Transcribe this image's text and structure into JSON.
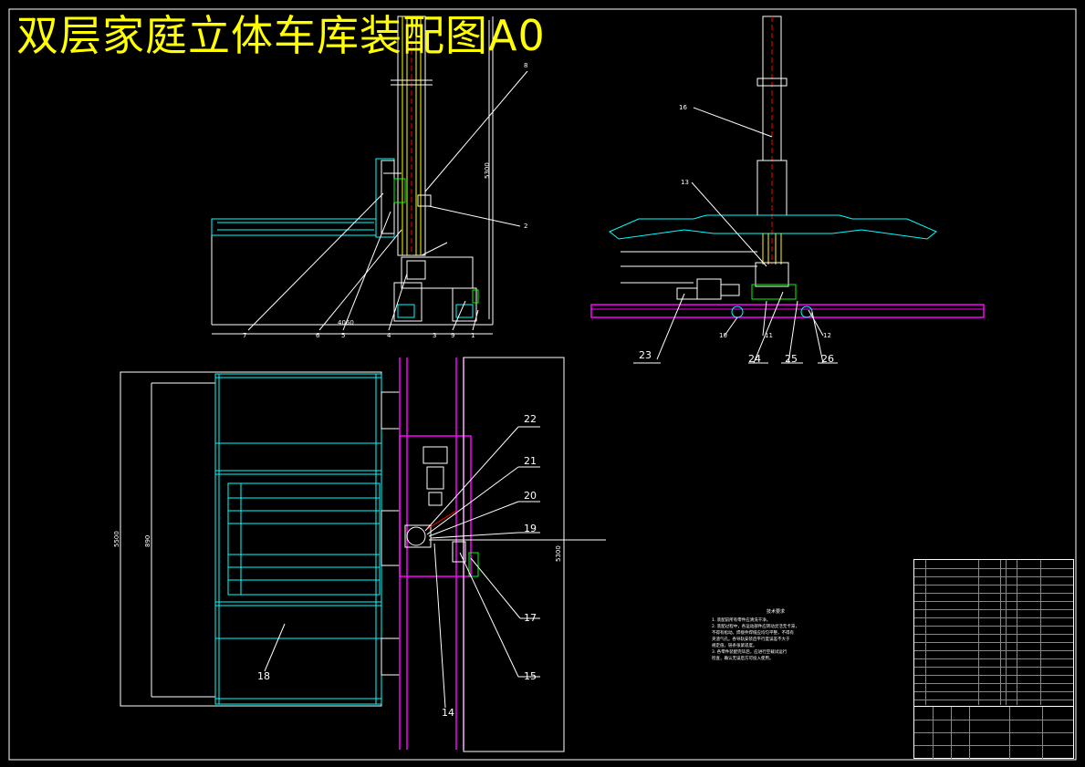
{
  "title": "双层家庭立体车库装配图A0",
  "part_labels": {
    "p1": "1",
    "p2": "2",
    "p3": "3",
    "p4": "4",
    "p5": "5",
    "p6": "6",
    "p7": "7",
    "p8": "8",
    "p9": "9",
    "p10": "10",
    "p11": "11",
    "p12": "12",
    "p13": "13",
    "p14": "14",
    "p15": "15",
    "p16": "16",
    "p17": "17",
    "p18": "18",
    "p19": "19",
    "p20": "20",
    "p21": "21",
    "p22": "22",
    "p23": "23",
    "p24": "24",
    "p25": "25",
    "p26": "26"
  },
  "dimensions": {
    "front_width": "4060",
    "front_height": "5300",
    "plan_outer": "5500",
    "plan_inner": "890",
    "plan_right": "5300"
  },
  "notes": {
    "heading": "技术要求",
    "lines": [
      "1. 装配前所有零件应清洗干净。",
      "2. 装配过程中，各运动部件应转动灵活无卡滞，",
      "不得有松动。焊接件焊缝应均匀平整，不得有",
      "夹渣气孔。各导轨安装后平行度误差不大于",
      "规定值，链条张紧适度。",
      "3. 各零件装配完毕后，应进行空载试运行",
      "检查，确认无误后方可投入使用。"
    ]
  },
  "colors": {
    "background": "#000000",
    "yellow": "#ffff00",
    "cyan": "#00ffff",
    "magenta": "#ff00ff",
    "red": "#ff0000",
    "green": "#00ff00",
    "white": "#ffffff"
  }
}
